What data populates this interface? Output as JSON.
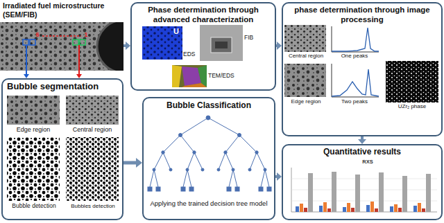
{
  "diagram": {
    "nodes": [
      {
        "text": [
          "Irradiated fuel microstructure (SEM/FIB)"
        ]
      },
      {
        "text": [
          "Phase determination through advanced characterization"
        ]
      },
      {
        "text": [
          "phase determination through image processing"
        ]
      },
      {
        "text": [
          "Bubble segmentation"
        ]
      },
      {
        "text": [
          "Bubble Classification",
          "Applying the trained decision tree model"
        ]
      },
      {
        "text": [
          "Quantitative results"
        ]
      }
    ],
    "edges": [
      {
        "from": 0,
        "to": 1,
        "arrow": "to"
      },
      {
        "from": 1,
        "to": 2,
        "arrow": "to"
      },
      {
        "from": 0,
        "to": 3,
        "arrow": "to"
      },
      {
        "from": 0,
        "to": 3,
        "arrow": "to"
      },
      {
        "from": 3,
        "to": 4,
        "arrow": "to"
      },
      {
        "from": 4,
        "to": 5,
        "arrow": "to"
      },
      {
        "from": 2,
        "to": 5,
        "arrow": "to"
      }
    ],
    "labels": [
      "6",
      "1",
      "U",
      "EDS",
      "FIB",
      "TEM/EDS",
      "Central region",
      "One peaks",
      "Edge region",
      "Two peaks",
      "UZr₂ phase",
      "Edge region",
      "Central region",
      "Bubble detection",
      "Bubbles detection",
      "RXS"
    ]
  }
}
